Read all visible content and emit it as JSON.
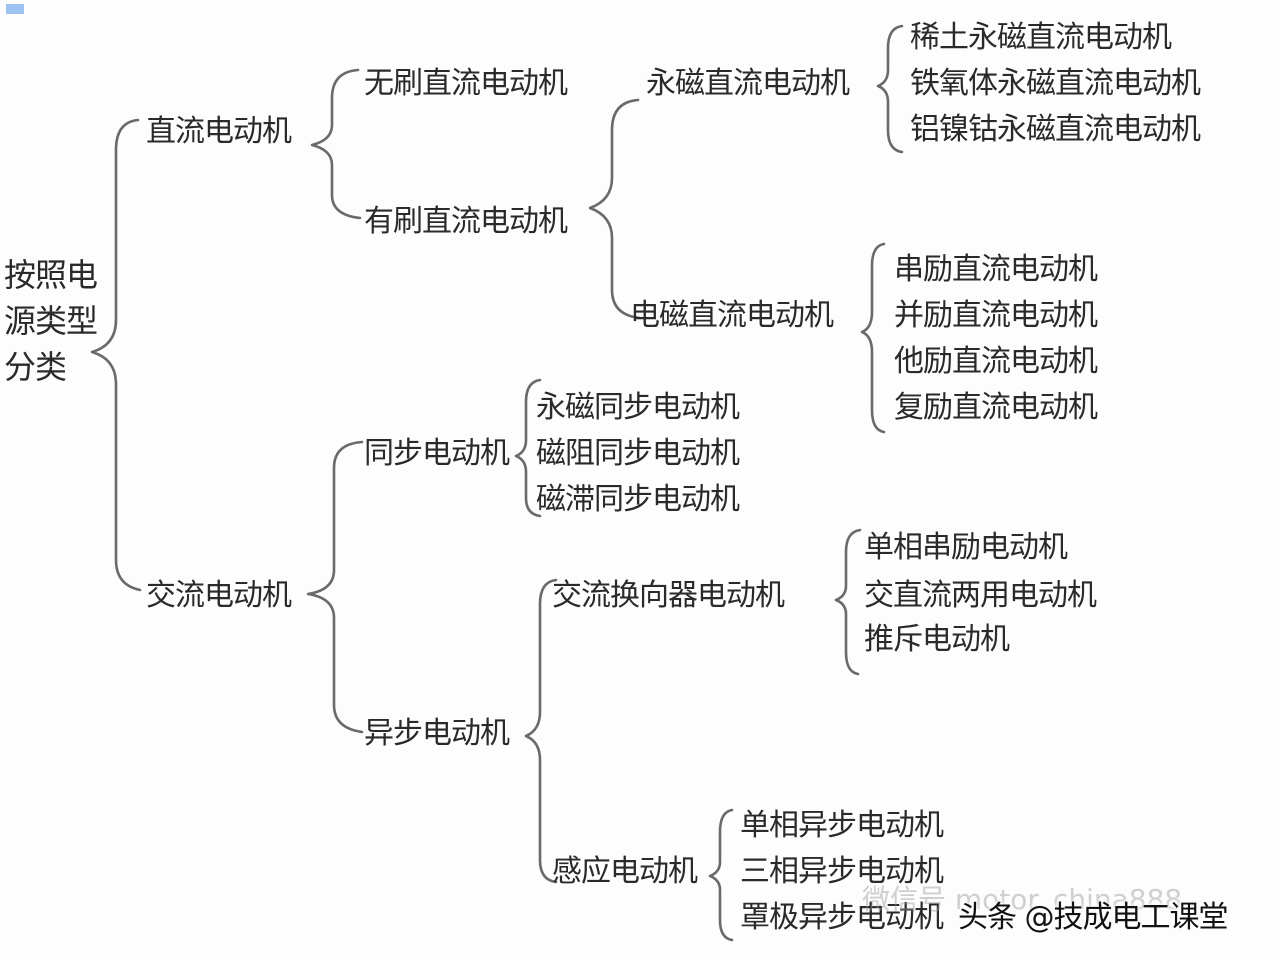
{
  "root": {
    "lines": [
      "按照电",
      "源类型",
      "分类"
    ]
  },
  "dc": {
    "label": "直流电动机",
    "brushless": "无刷直流电动机",
    "brushed": "有刷直流电动机",
    "pm": {
      "label": "永磁直流电动机",
      "items": [
        "稀土永磁直流电动机",
        "铁氧体永磁直流电动机",
        "铝镍钴永磁直流电动机"
      ]
    },
    "em": {
      "label": "电磁直流电动机",
      "items": [
        "串励直流电动机",
        "并励直流电动机",
        "他励直流电动机",
        "复励直流电动机"
      ]
    }
  },
  "ac": {
    "label": "交流电动机",
    "sync": {
      "label": "同步电动机",
      "items": [
        "永磁同步电动机",
        "磁阻同步电动机",
        "磁滞同步电动机"
      ]
    },
    "async": {
      "label": "异步电动机",
      "commutator": {
        "label": "交流换向器电动机",
        "items": [
          "单相串励电动机",
          "交直流两用电动机",
          "推斥电动机"
        ]
      },
      "induction": {
        "label": "感应电动机",
        "items": [
          "单相异步电动机",
          "三相异步电动机",
          "罩极异步电动机"
        ]
      }
    }
  },
  "watermark": {
    "faint": "微信号 motor_china888",
    "brand": "头条 @技成电工课堂"
  },
  "colors": {
    "line": "#6a6a6a",
    "text": "#2a2a2a",
    "background": "#fdfdfd"
  }
}
